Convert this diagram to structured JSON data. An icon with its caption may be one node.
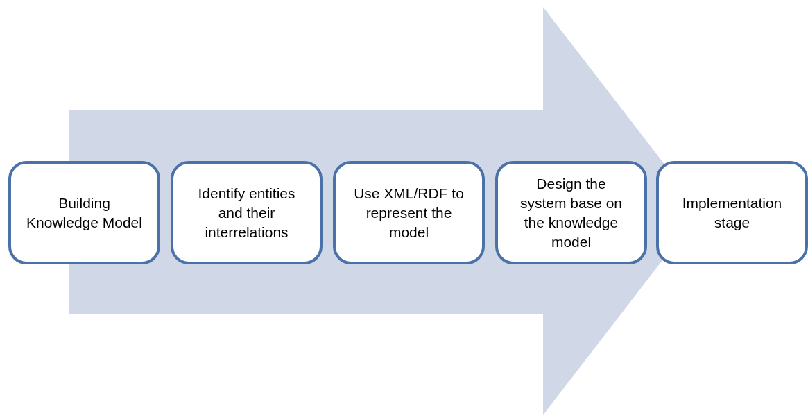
{
  "diagram": {
    "nodes": [
      {
        "text": [
          "Building Knowledge Model"
        ]
      },
      {
        "text": [
          "Identify entities and their interrelations"
        ]
      },
      {
        "text": [
          "Use XML/RDF to represent the model"
        ]
      },
      {
        "text": [
          "Design the system base on the knowledge model"
        ]
      },
      {
        "text": [
          "Implementation stage"
        ]
      }
    ],
    "edges": [
      {
        "from": 0,
        "to": 4,
        "arrow": "to"
      }
    ]
  }
}
